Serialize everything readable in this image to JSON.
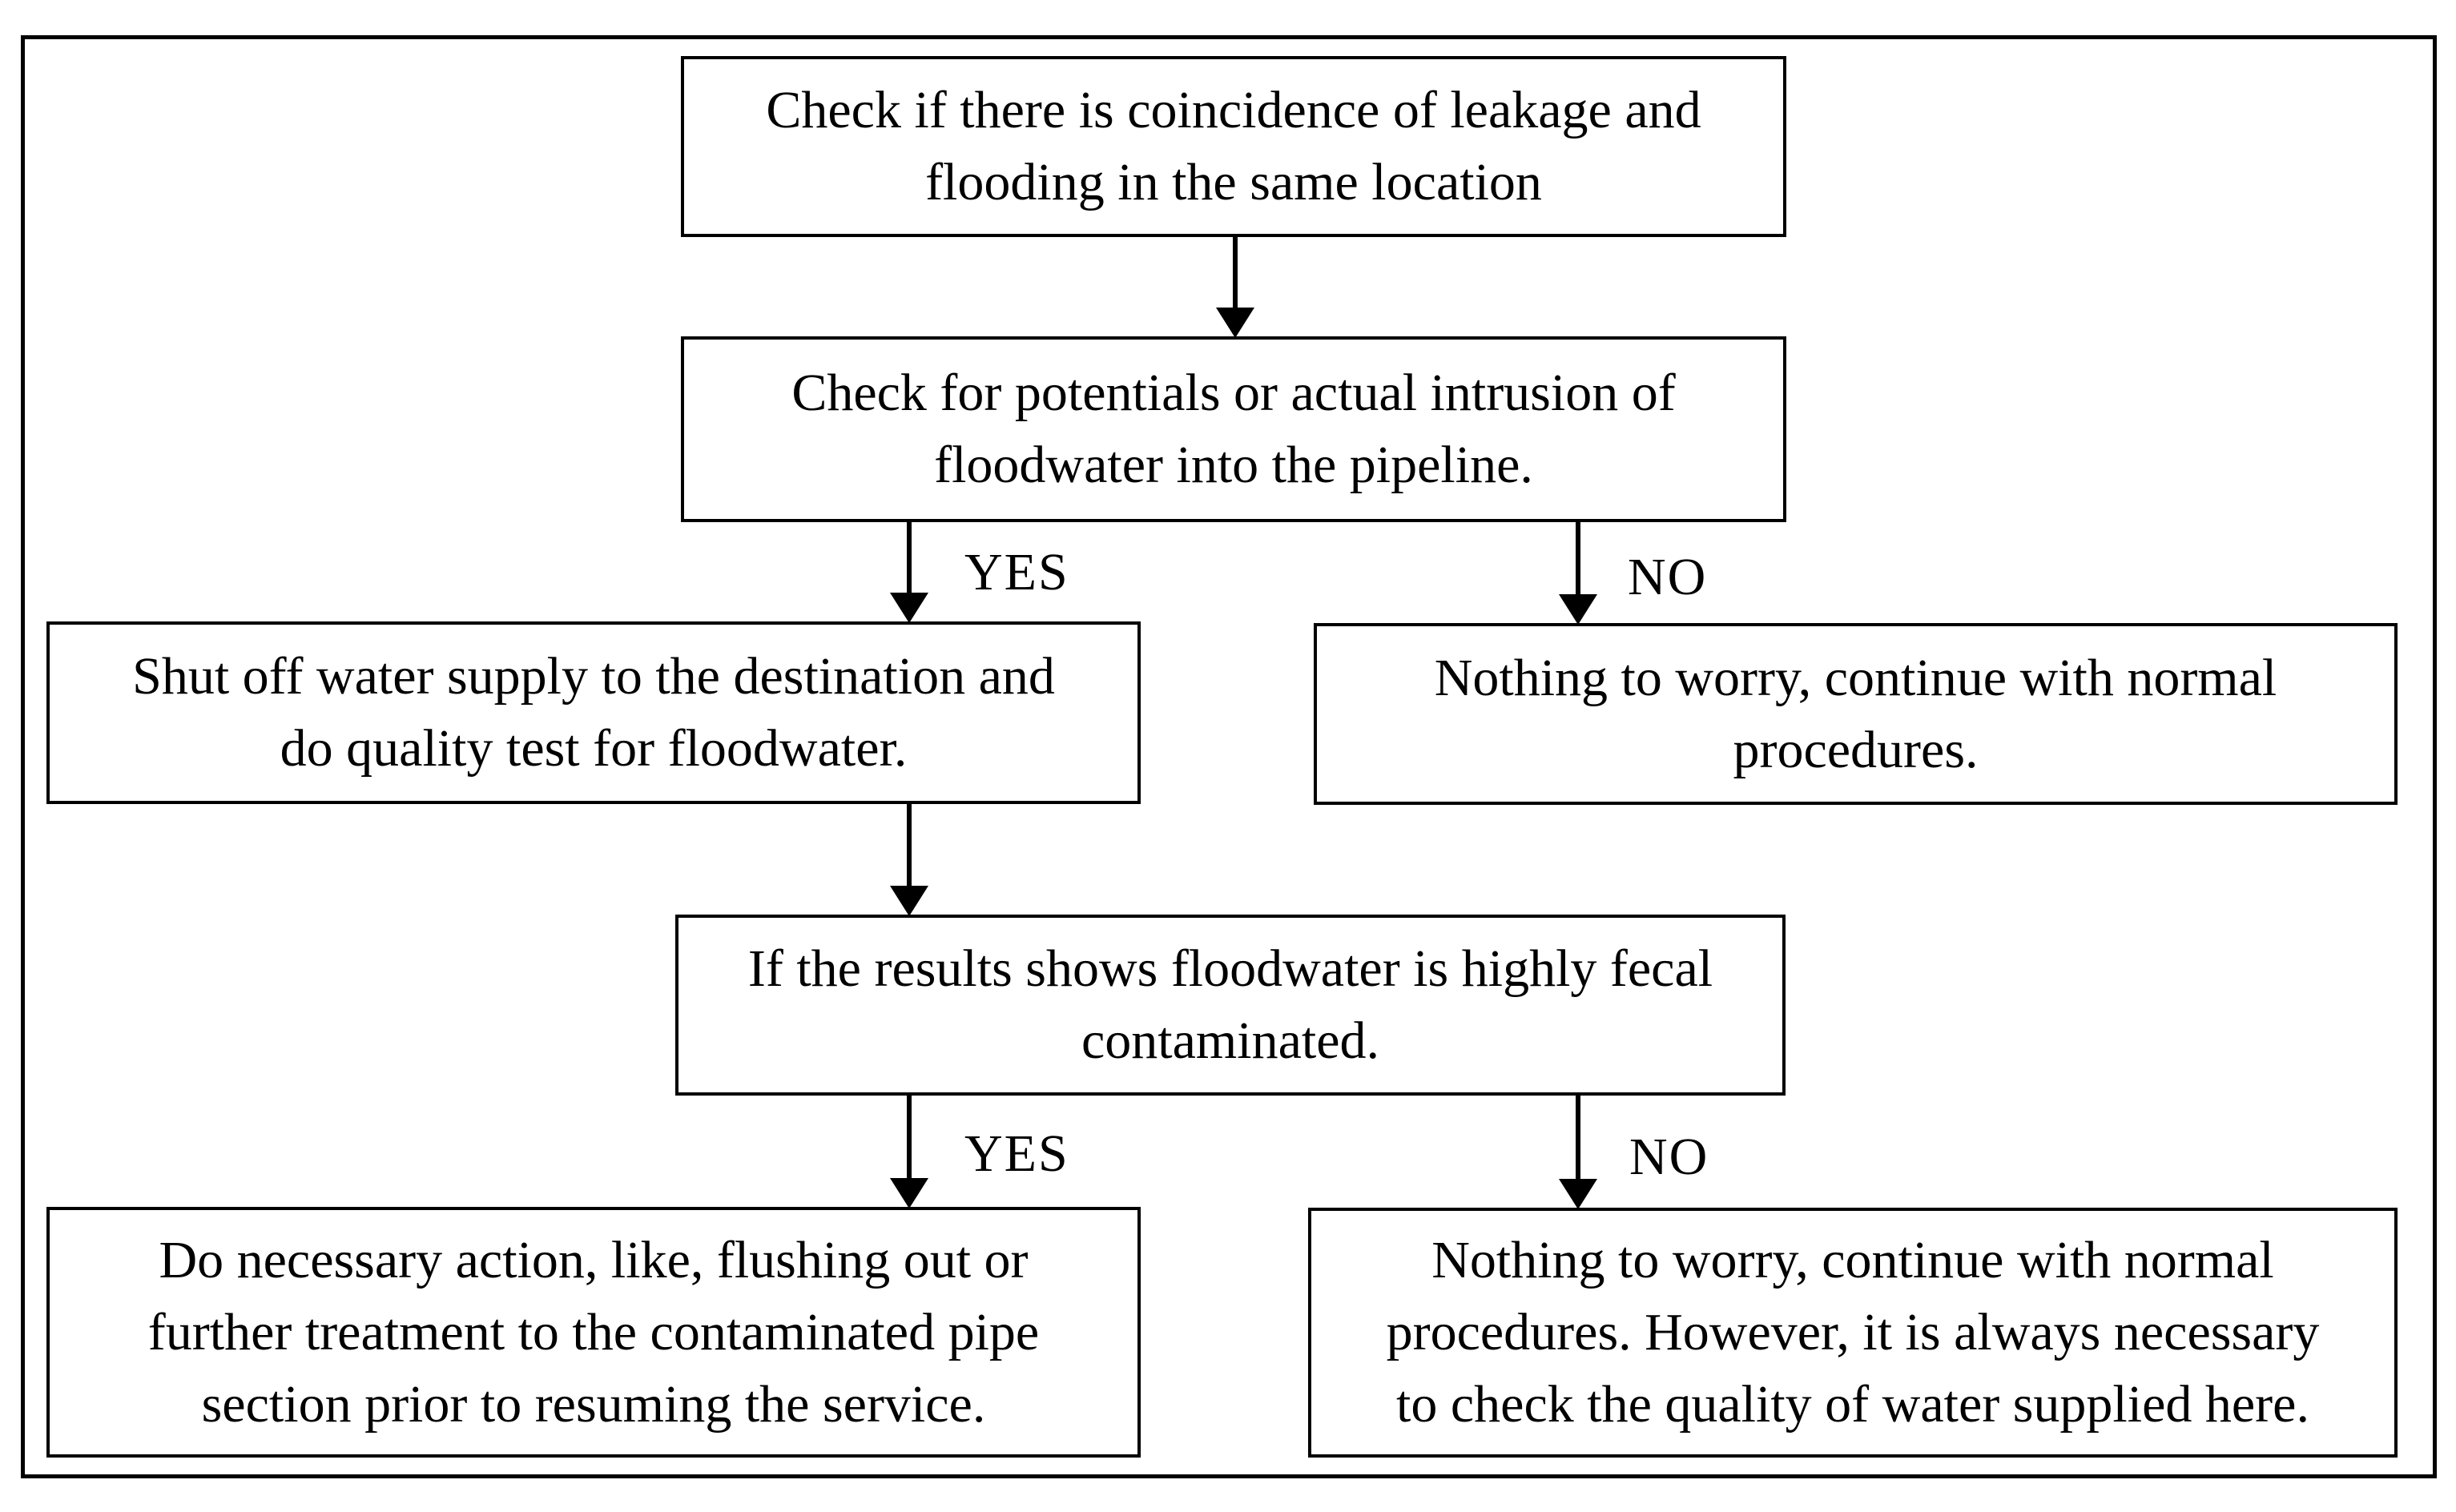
{
  "diagram": {
    "type": "flowchart",
    "colors": {
      "line": "#000000",
      "box_border": "#000000",
      "background": "#ffffff",
      "text": "#000000"
    },
    "nodes": [
      {
        "id": "check-coincidence",
        "text": "Check if there is coincidence of leakage and\nflooding in the same location"
      },
      {
        "id": "check-intrusion",
        "text": "Check for potentials or actual intrusion of\nfloodwater into the pipeline."
      },
      {
        "id": "shut-off-supply",
        "text": "Shut off water supply to the destination and\ndo quality test for floodwater."
      },
      {
        "id": "nothing-to-worry",
        "text": "Nothing to worry, continue with normal\nprocedures."
      },
      {
        "id": "fecal-check",
        "text": "If the results shows floodwater is highly fecal\ncontaminated."
      },
      {
        "id": "flush-or-treat",
        "text": "Do necessary action, like, flushing out or\nfurther treatment to the contaminated pipe\nsection prior to resuming the service."
      },
      {
        "id": "nothing-to-worry-check-quality",
        "text": "Nothing to worry, continue with normal\nprocedures. However, it is always necessary\nto check the quality of water supplied here."
      }
    ],
    "edges": [
      {
        "from": "check-coincidence",
        "to": "check-intrusion",
        "label": ""
      },
      {
        "from": "check-intrusion",
        "to": "shut-off-supply",
        "label": "YES"
      },
      {
        "from": "check-intrusion",
        "to": "nothing-to-worry",
        "label": "NO"
      },
      {
        "from": "shut-off-supply",
        "to": "fecal-check",
        "label": ""
      },
      {
        "from": "fecal-check",
        "to": "flush-or-treat",
        "label": "YES"
      },
      {
        "from": "fecal-check",
        "to": "nothing-to-worry-check-quality",
        "label": "NO"
      }
    ]
  }
}
